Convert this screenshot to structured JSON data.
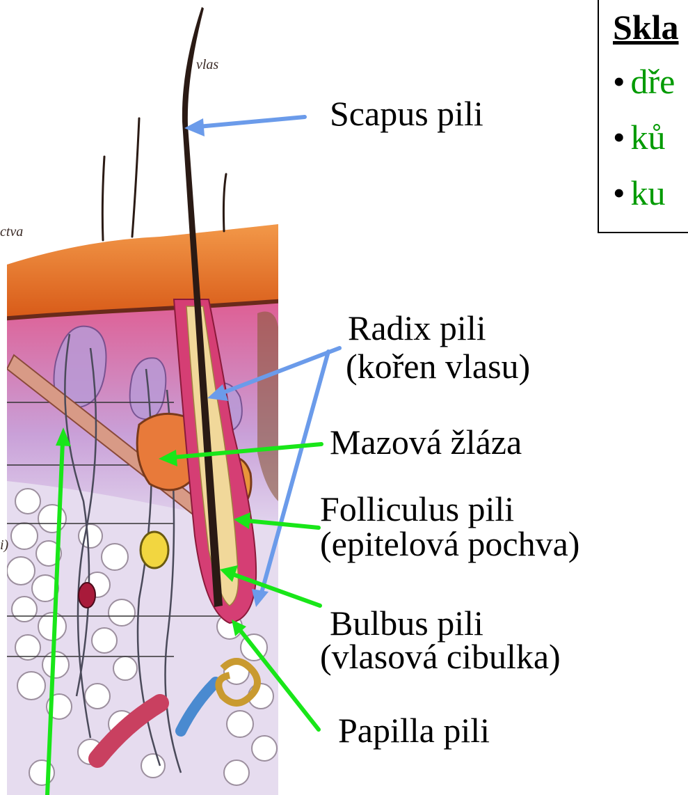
{
  "labels": {
    "scapus": "Scapus pili",
    "radix_line1": "Radix pili",
    "radix_line2": "(kořen vlasu)",
    "mazova": "Mazová žláza",
    "folliculus_line1": "Folliculus pili",
    "folliculus_line2": "(epitelová pochva)",
    "bulbus_line1": "Bulbus pili",
    "bulbus_line2": "(vlasová cibulka)",
    "papilla": "Papilla pili"
  },
  "figure_text": {
    "vlas": "vlas",
    "side_label": "ctva",
    "side_fragment": "i)"
  },
  "legend": {
    "title": "Skla",
    "items": [
      "dře",
      "ků",
      "ku"
    ]
  },
  "colors": {
    "arrow_blue": "#6b9bea",
    "arrow_green": "#19e619",
    "legend_text_green": "#009a00",
    "epidermis_orange": "#e8702a",
    "dermis_pink": "#d9478a",
    "hypodermis_lilac": "#d8c6e6",
    "hair_dark": "#2a1a14"
  }
}
